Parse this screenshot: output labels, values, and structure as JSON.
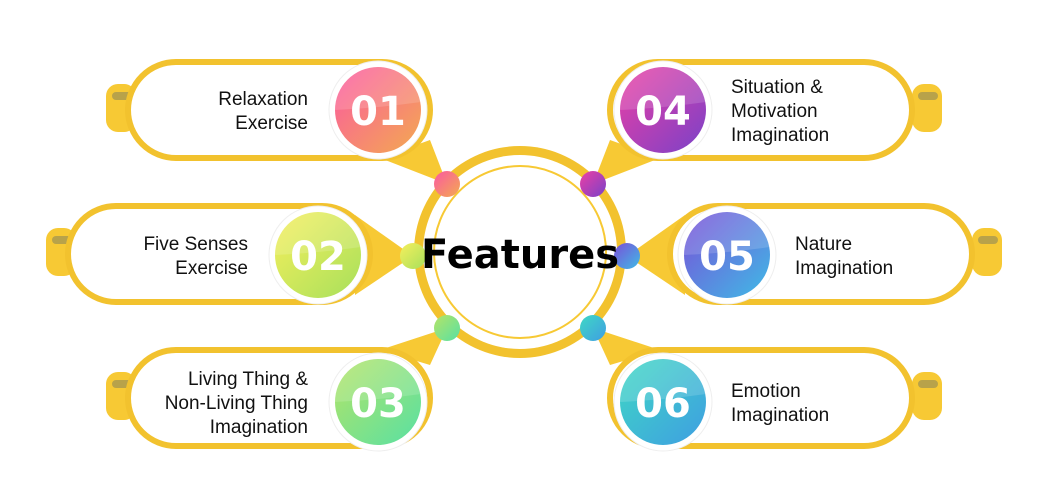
{
  "center": {
    "title": "Features"
  },
  "colors": {
    "accent_yellow": "#f7c934",
    "border_yellow": "#f2c22e",
    "tab_shadow": "#b8a24a"
  },
  "items": [
    {
      "number": "01",
      "lines": [
        "Relaxation",
        "Exercise"
      ],
      "colors": [
        "#fb58a2",
        "#f3aa50"
      ],
      "side": "left"
    },
    {
      "number": "02",
      "lines": [
        "Five Senses",
        "Exercise"
      ],
      "colors": [
        "#f6ef5c",
        "#a7e05c"
      ],
      "side": "left"
    },
    {
      "number": "03",
      "lines": [
        "Living Thing &",
        "Non-Living Thing",
        "Imagination"
      ],
      "colors": [
        "#b5e466",
        "#58e0a4"
      ],
      "side": "left"
    },
    {
      "number": "04",
      "lines": [
        "Situation &",
        "Motivation",
        "Imagination"
      ],
      "colors": [
        "#ec3fa4",
        "#7a42c8"
      ],
      "side": "right"
    },
    {
      "number": "05",
      "lines": [
        "Nature",
        "Imagination"
      ],
      "colors": [
        "#7a4ed8",
        "#3fbbe6"
      ],
      "side": "right"
    },
    {
      "number": "06",
      "lines": [
        "Emotion",
        "Imagination"
      ],
      "colors": [
        "#3fd8c4",
        "#3f9ee2"
      ],
      "side": "right"
    }
  ]
}
